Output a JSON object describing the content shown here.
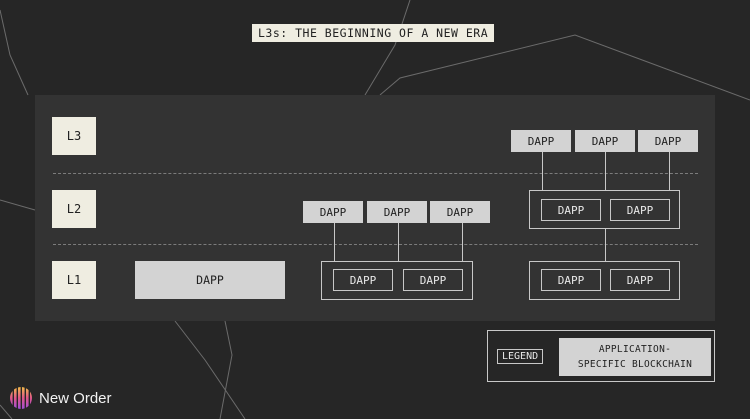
{
  "title": "L3s: THE BEGINNING OF A NEW ERA",
  "layers": [
    "L3",
    "L2",
    "L1"
  ],
  "dapp_label": "DAPP",
  "legend": {
    "label": "LEGEND",
    "swatch_text": "APPLICATION-SPECIFIC BLOCKCHAIN"
  },
  "brand": {
    "name": "New Order",
    "logo_icon": "striped-circle-logo-icon",
    "logo_colors": [
      "#f5c542",
      "#e0568a",
      "#9a4ee0"
    ]
  },
  "colors": {
    "background": "#262626",
    "panel": "#333333",
    "label_fill": "#efede1",
    "dapp_fill": "#d3d3d3",
    "line": "#c8c8c8"
  }
}
